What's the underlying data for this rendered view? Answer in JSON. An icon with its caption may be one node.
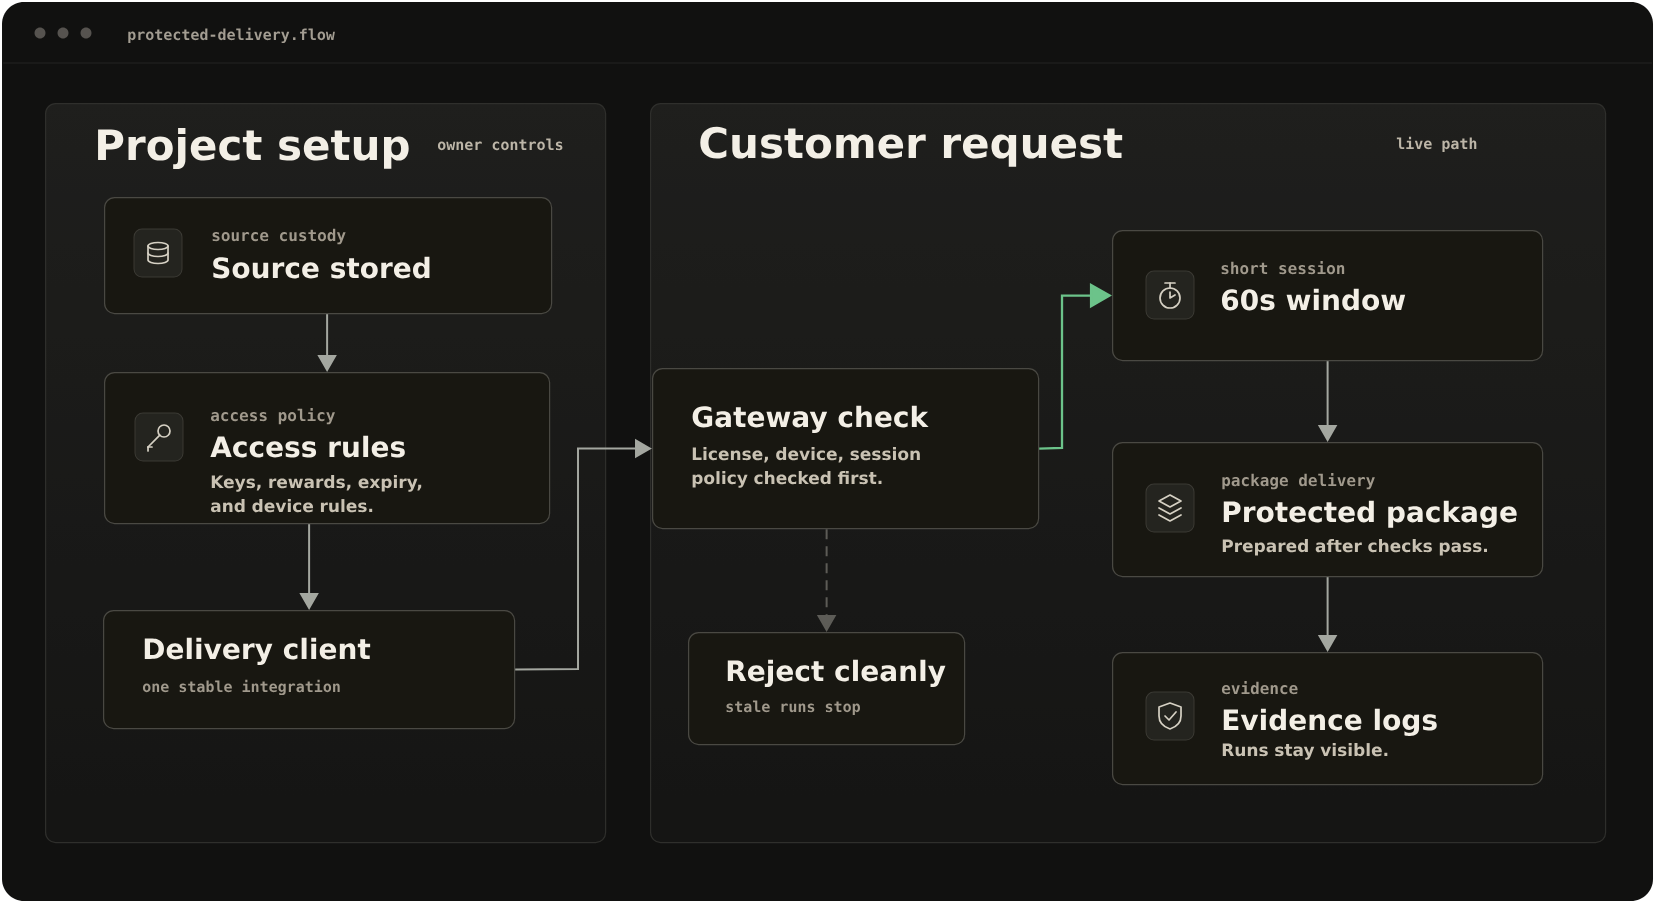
{
  "diagram": {
    "nodes": [
      {
        "text": [
          "Project setup",
          "owner controls"
        ]
      },
      {
        "text": [
          "source custody",
          "Source stored"
        ],
        "in": 0
      },
      {
        "text": [
          "access policy",
          "Access rules",
          "Keys, rewards, expiry, and device rules."
        ],
        "in": 0
      },
      {
        "text": [
          "Delivery client",
          "one stable integration"
        ],
        "in": 0
      },
      {
        "text": [
          "Customer request",
          "live path"
        ]
      },
      {
        "text": [
          "Gateway check",
          "License, device, session policy checked first."
        ],
        "in": 4
      },
      {
        "text": [
          "Reject cleanly",
          "stale runs stop"
        ],
        "in": 4
      },
      {
        "text": [
          "short session",
          "60s window"
        ],
        "in": 4
      },
      {
        "text": [
          "package delivery",
          "Protected package",
          "Prepared after checks pass."
        ],
        "in": 4
      },
      {
        "text": [
          "evidence",
          "Evidence logs",
          "Runs stay visible."
        ],
        "in": 4
      }
    ],
    "edges": [
      {
        "from": 1,
        "to": 2,
        "arrow": "to"
      },
      {
        "from": 2,
        "to": 3,
        "arrow": "to"
      },
      {
        "from": 3,
        "to": 5,
        "arrow": "to"
      },
      {
        "from": 5,
        "to": 7,
        "arrow": "to",
        "color": "#6cc38a"
      },
      {
        "from": 5,
        "to": 6,
        "arrow": "to",
        "style": "dashed",
        "color": "#5d5c57"
      },
      {
        "from": 7,
        "to": 8,
        "arrow": "to"
      },
      {
        "from": 8,
        "to": 9,
        "arrow": "to"
      }
    ],
    "labels": [
      "protected-delivery.flow"
    ]
  }
}
